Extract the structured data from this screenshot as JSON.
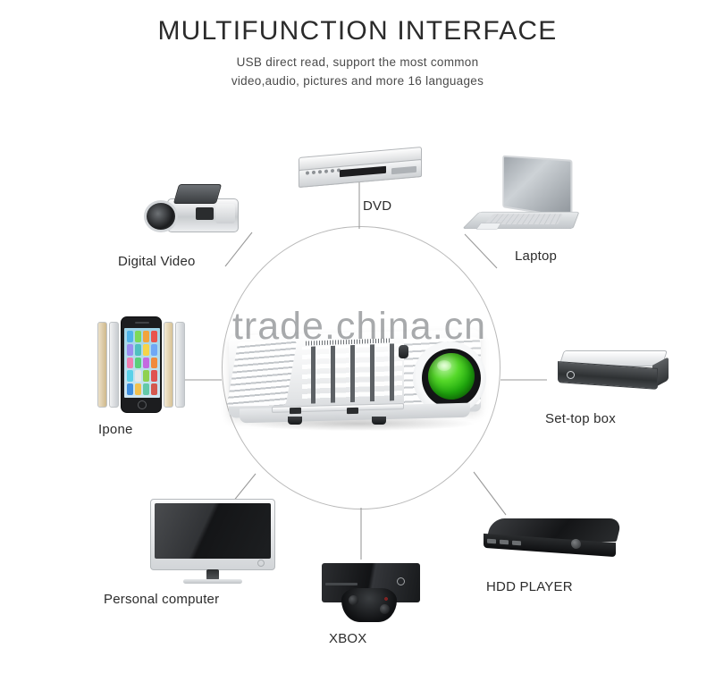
{
  "header": {
    "title": "MULTIFUNCTION INTERFACE",
    "subtitle_line1": "USB direct read, support the most common",
    "subtitle_line2": "video,audio, pictures and more 16 languages"
  },
  "watermark": {
    "text": "trade.china.cn"
  },
  "hub": {
    "device": "projector",
    "lens_color": "#2fbd14"
  },
  "nodes": [
    {
      "id": "digital-video",
      "label": "Digital Video"
    },
    {
      "id": "dvd",
      "label": "DVD"
    },
    {
      "id": "laptop",
      "label": "Laptop"
    },
    {
      "id": "set-top-box",
      "label": "Set-top box"
    },
    {
      "id": "hdd-player",
      "label": "HDD PLAYER"
    },
    {
      "id": "xbox",
      "label": "XBOX"
    },
    {
      "id": "personal-computer",
      "label": "Personal computer"
    },
    {
      "id": "ipone",
      "label": "Ipone"
    }
  ],
  "colors": {
    "background": "#ffffff",
    "title": "#2b2b2b",
    "label": "#2c2c2c",
    "circle_stroke": "#b9b9b9",
    "connector": "#9a9a9a",
    "watermark": "#696c70"
  }
}
